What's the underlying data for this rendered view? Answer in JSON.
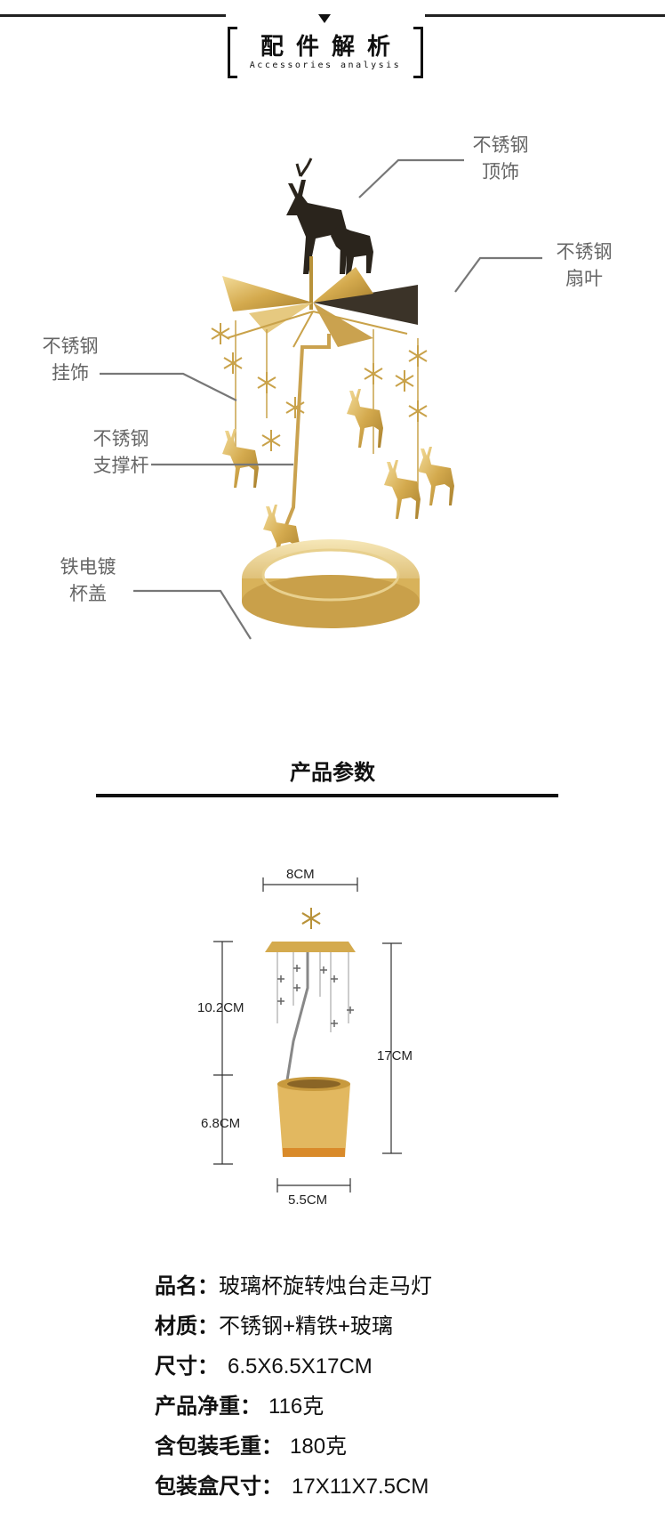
{
  "header": {
    "title": "配件解析",
    "subtitle": "Accessories analysis"
  },
  "callouts": {
    "top_ornament": [
      "不锈钢",
      "顶饰"
    ],
    "fan_blade": [
      "不锈钢",
      "扇叶"
    ],
    "hanging_ornament": [
      "不锈钢",
      "挂饰"
    ],
    "support_rod": [
      "不锈钢",
      "支撑杆"
    ],
    "cup_lid": [
      "铁电镀",
      "杯盖"
    ]
  },
  "params_section": {
    "title": "产品参数"
  },
  "dimensions": {
    "top_width": "8CM",
    "upper_height": "10.2CM",
    "lower_height": "6.8CM",
    "total_height": "17CM",
    "cup_width": "5.5CM"
  },
  "specs": [
    {
      "label": "品名：",
      "value": "玻璃杯旋转烛台走马灯"
    },
    {
      "label": "材质：",
      "value": "不锈钢+精铁+玻璃"
    },
    {
      "label": "尺寸：",
      "value": "6.5X6.5X17CM"
    },
    {
      "label": "产品净重：",
      "value": "116克"
    },
    {
      "label": "含包装毛重：",
      "value": "180克"
    },
    {
      "label": "包装盒尺寸：",
      "value": "17X11X7.5CM"
    }
  ],
  "colors": {
    "gold": "#d9b45a",
    "dark_deer": "#2a241c",
    "callout_gray": "#666666"
  }
}
